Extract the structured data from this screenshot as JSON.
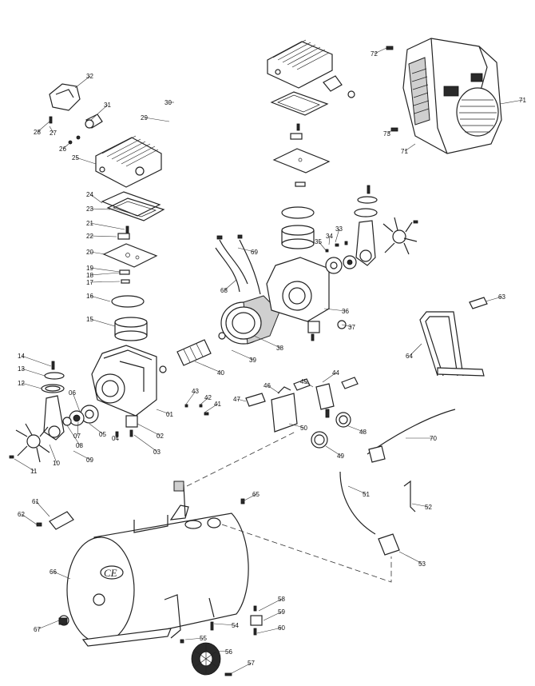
{
  "diagram": {
    "tank_mark": "CE",
    "part_labels": [
      "01",
      "02",
      "03",
      "04",
      "05",
      "06",
      "07",
      "08",
      "09",
      "10",
      "11",
      "12",
      "13",
      "14",
      "15",
      "16",
      "17",
      "18",
      "19",
      "20",
      "21",
      "22",
      "23",
      "24",
      "25",
      "26",
      "27",
      "28",
      "29",
      "30",
      "31",
      "32",
      "33",
      "34",
      "35",
      "36",
      "37",
      "38",
      "39",
      "40",
      "41",
      "42",
      "43",
      "44",
      "45",
      "46",
      "47",
      "48",
      "49",
      "50",
      "51",
      "52",
      "53",
      "54",
      "55",
      "56",
      "57",
      "58",
      "59",
      "60",
      "61",
      "62",
      "63",
      "64",
      "65",
      "66",
      "67",
      "68",
      "69",
      "70",
      "71",
      "71",
      "72",
      "73"
    ]
  }
}
